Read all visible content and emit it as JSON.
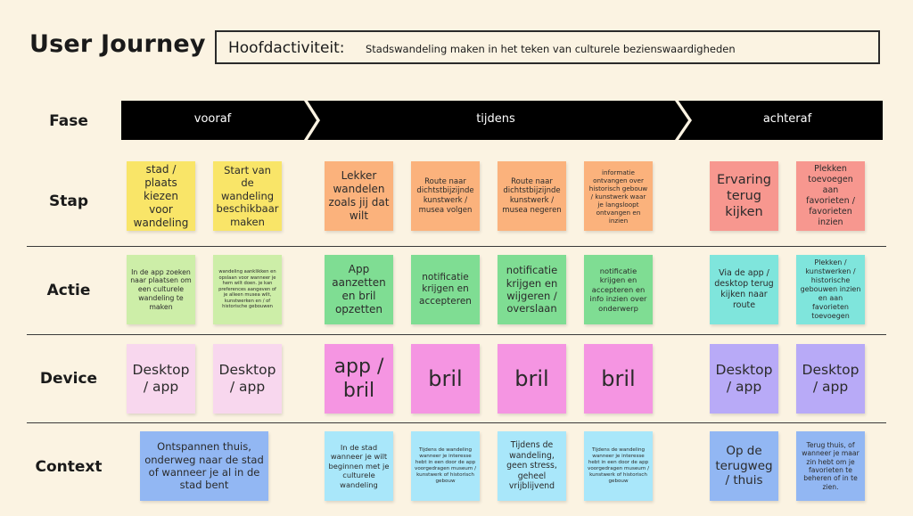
{
  "title": "User Journey",
  "header": {
    "label": "Hoofdactiviteit:",
    "value": "Stadswandeling maken in het teken van culturele bezienswaardigheden"
  },
  "rows": {
    "fase": "Fase",
    "stap": "Stap",
    "actie": "Actie",
    "device": "Device",
    "context": "Context"
  },
  "phases": [
    "vooraf",
    "tijdens",
    "achteraf"
  ],
  "colors": {
    "yellow": "#f9e568",
    "orange": "#fbb27c",
    "red": "#f7978f",
    "green": "#7fdd93",
    "lightgreen": "#cdeea8",
    "teal": "#7fe5dc",
    "pink": "#f8d7ee",
    "magenta": "#f595e2",
    "lavender": "#b8aaf7",
    "blue": "#92b7f3",
    "cyan": "#a9e7fa",
    "phasebar": "#000000",
    "background": "#fbf3e2"
  },
  "notes": {
    "stap": [
      "stad / plaats kiezen voor wandeling",
      "Start van de wandeling beschikbaar maken",
      "Lekker wandelen zoals jij dat wilt",
      "Route naar dichtstbijzijnde kunstwerk / musea volgen",
      "Route naar dichtstbijzijnde kunstwerk / musea negeren",
      "informatie ontvangen over historisch gebouw / kunstwerk waar je langsloopt ontvangen en inzien",
      "Ervaring terug kijken",
      "Plekken toevoegen aan favorieten / favorieten inzien"
    ],
    "actie": [
      "In de app zoeken naar plaatsen om een culturele wandeling te maken",
      "wandeling aanklikken en opslaan voor wanneer je hem wilt doen. je kan preferences aangeven of je alleen musea wilt, kunstwerken en / of historische gebouwen",
      "App aanzetten en bril opzetten",
      "notificatie krijgen en accepteren",
      "notificatie krijgen en wijgeren / overslaan",
      "notificatie krijgen en accepteren en info inzien over onderwerp",
      "Via de app / desktop terug kijken naar route",
      "Plekken / kunstwerken / historische gebouwen inzien en aan favorieten toevoegen"
    ],
    "device": [
      "Desktop / app",
      "Desktop / app",
      "app / bril",
      "bril",
      "bril",
      "bril",
      "Desktop / app",
      "Desktop / app"
    ],
    "context": [
      "Ontspannen thuis, onderweg naar de stad of wanneer je al in de stad bent",
      "In de stad wanneer je wilt beginnen met je culturele wandeling",
      "Tijdens de wandeling wanneer je interesse hebt in een door de app voorgedragen museum / kunstwerk of historisch gebouw",
      "Tijdens de wandeling, geen stress, geheel vrijblijvend",
      "Tijdens de wandeling wanneer je interesse hebt in een door de app voorgedragen museum / kunstwerk of historisch gebouw",
      "Op de terugweg / thuis",
      "Terug thuis, of wanneer je maar zin hebt om je favorieten te beheren of in te zien."
    ]
  }
}
